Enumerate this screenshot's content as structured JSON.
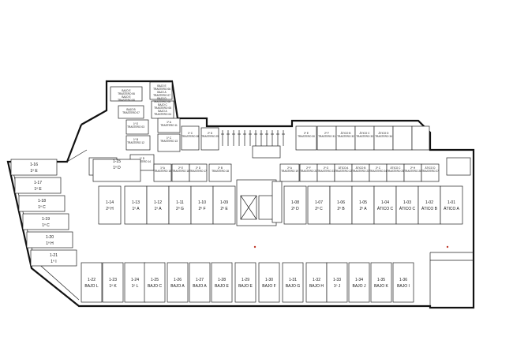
{
  "parking_upper_right": [
    {
      "code": "1-14",
      "unit": "2º H"
    },
    {
      "code": "1-13",
      "unit": "1º A"
    },
    {
      "code": "1-12",
      "unit": "1º A"
    },
    {
      "code": "1-11",
      "unit": "2º G"
    },
    {
      "code": "1-10",
      "unit": "2º F"
    },
    {
      "code": "1-09",
      "unit": "2º E"
    }
  ],
  "parking_upper_center": [
    {
      "code": "1-08",
      "unit": "2º D"
    },
    {
      "code": "1-07",
      "unit": "2º C"
    },
    {
      "code": "1-06",
      "unit": "2º B"
    },
    {
      "code": "1-05",
      "unit": "2º A"
    },
    {
      "code": "1-04",
      "unit": "ÁTICO C"
    },
    {
      "code": "1-03",
      "unit": "ÁTICO C"
    },
    {
      "code": "1-02",
      "unit": "ÁTICO B"
    },
    {
      "code": "1-01",
      "unit": "ÁTICO A"
    }
  ],
  "parking_left": [
    {
      "code": "1-16",
      "unit": "1º E"
    },
    {
      "code": "1-17",
      "unit": "1º E"
    },
    {
      "code": "1-18",
      "unit": "1º C"
    },
    {
      "code": "1-19",
      "unit": "1º C"
    },
    {
      "code": "1-20",
      "unit": "1º H"
    },
    {
      "code": "1-21",
      "unit": "1º I"
    }
  ],
  "parking_center_single": {
    "code": "1-15",
    "unit": "1º D"
  },
  "parking_bottom": [
    {
      "code": "1-22",
      "unit": "BAJO L"
    },
    {
      "code": "1-23",
      "unit": "1º K"
    },
    {
      "code": "1-24",
      "unit": "1º L"
    },
    {
      "code": "1-25",
      "unit": "BAJO C"
    },
    {
      "code": "1-26",
      "unit": "BAJO A"
    },
    {
      "code": "1-27",
      "unit": "BAJO A"
    },
    {
      "code": "1-28",
      "unit": "BAJO E"
    },
    {
      "code": "1-29",
      "unit": "BAJO E"
    },
    {
      "code": "1-30",
      "unit": "BAJO F"
    },
    {
      "code": "1-31",
      "unit": "BAJO G"
    },
    {
      "code": "1-32",
      "unit": "BAJO H"
    },
    {
      "code": "1-33",
      "unit": "1º J"
    },
    {
      "code": "1-34",
      "unit": "BAJO J"
    },
    {
      "code": "1-35",
      "unit": "BAJO K"
    },
    {
      "code": "1-36",
      "unit": "BAJO I"
    }
  ],
  "storage_rooms": [
    {
      "code": "BAJO E",
      "name": "TRASTERO 06"
    },
    {
      "code": "BAJO E",
      "name": "TRASTERO 06"
    },
    {
      "code": "BAJO E",
      "name": "TRASTERO 06"
    },
    {
      "code": "BAJO A",
      "name": "TRASTERO 07"
    },
    {
      "code": "BAJO D",
      "name": "TRASTERO 08"
    },
    {
      "code": "BAJO B",
      "name": "TRASTERO 07"
    },
    {
      "code": "BAJO C",
      "name": "TRASTERO 05"
    },
    {
      "code": "BAJO A",
      "name": "TRASTERO 04"
    },
    {
      "code": "1º E",
      "name": "TRASTERO 03"
    },
    {
      "code": "1º A",
      "name": "TRASTERO 11"
    },
    {
      "code": "1º B",
      "name": "TRASTERO 12"
    },
    {
      "code": "1º C",
      "name": "TRASTERO 13"
    },
    {
      "code": "1º D",
      "name": "TRASTERO 14"
    },
    {
      "code": "1º A",
      "name": "TRASTERO 15"
    },
    {
      "code": "2º E",
      "name": "TRASTERO 16"
    },
    {
      "code": "2º D",
      "name": "TRASTERO 17"
    },
    {
      "code": "2º B",
      "name": "TRASTERO 18"
    },
    {
      "code": "2º A",
      "name": "TRASTERO 19"
    },
    {
      "code": "2º F",
      "name": "TRASTERO 20"
    },
    {
      "code": "2º G",
      "name": "TRASTERO 21"
    },
    {
      "code": "ÁTICO A",
      "name": "TRASTERO 22"
    },
    {
      "code": "ÁTICO B",
      "name": "TRASTERO 23"
    },
    {
      "code": "2º C",
      "name": "TRASTERO 24"
    },
    {
      "code": "ÁTICO C",
      "name": "TRASTERO 25"
    },
    {
      "code": "2º H",
      "name": "TRASTERO 26"
    },
    {
      "code": "ÁTICO D",
      "name": "TRASTERO 27"
    },
    {
      "code": "1º C",
      "name": "TRASTERO 28"
    },
    {
      "code": "2º D",
      "name": "TRASTERO 29"
    },
    {
      "code": "2º E",
      "name": "TRASTERO 30"
    },
    {
      "code": "2º F",
      "name": "TRASTERO 31"
    },
    {
      "code": "ÁTICO B",
      "name": "TRASTERO 32"
    },
    {
      "code": "ÁTICO C",
      "name": "TRASTERO 33"
    },
    {
      "code": "ÁTICO D",
      "name": "TRASTERO 34"
    }
  ],
  "colors": {
    "walls": "#111111",
    "lines": "#222222",
    "accent": "#c0392b"
  }
}
